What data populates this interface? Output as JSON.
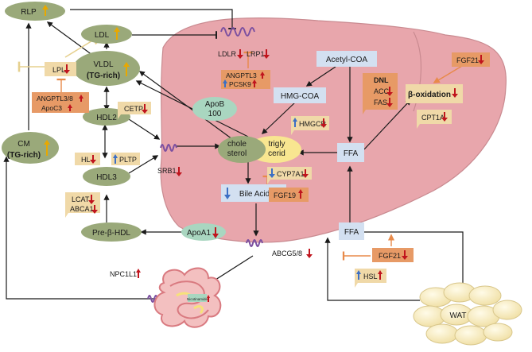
{
  "nodes": {
    "rlp": "RLP",
    "ldl": "LDL",
    "vldl_1": "VLDL",
    "vldl_2": "(TG-rich)",
    "hdl2": "HDL2",
    "hdl3": "HDL3",
    "cm_1": "CM",
    "cm_2": "(TG-rich)",
    "pre_b_hdl": "Pre-β-HDL",
    "apoa1": "ApoA1",
    "apob_1": "ApoB",
    "apob_2": "100",
    "chole_1": "chole",
    "chole_2": "sterol",
    "trigly_1": "trigly",
    "trigly_2": "cerid",
    "acetyl_coa": "Acetyl-COA",
    "hmg_coa": "HMG-COA",
    "ffa_liver": "FFA",
    "ffa_lower": "FFA",
    "bile_acid": "Bile Acid",
    "b_oxidation": "β-oxidation",
    "wat": "WAT"
  },
  "labels": {
    "ldlr": "LDLR",
    "lrp1": "LRP1",
    "angptl3": "ANGPTL3",
    "pcsk9": "PCSK9",
    "lpl": "LPL",
    "angptl38": "ANGPTL3/8",
    "apoc3": "ApoC3",
    "cetp": "CETP",
    "hl": "HL",
    "pltp": "PLTP",
    "srb1": "SRB1",
    "lcat": "LCAT",
    "abca1": "ABCA1",
    "hmgcr": "HMGCR",
    "cyp7a1": "CYP7A1",
    "fgf19": "FGF19",
    "abcg58": "ABCG5/8",
    "npc1l1": "NPC1L1",
    "dnl": "DNL",
    "acc": "ACC",
    "fas": "FAS",
    "fgf21_top": "FGF21",
    "cpt1a": "CPT1A",
    "fgf21_low": "FGF21",
    "hsl": "HSL",
    "gut_tag": "Nicotinamide"
  },
  "colors": {
    "liver": "#e8a6ac",
    "liver_stroke": "#c98a90",
    "olive": "#9aa97a",
    "mint": "#a9d6c0",
    "orange_box": "#e79a66",
    "tan_box": "#f0d9a8",
    "blue_box": "#d3e0f1",
    "up": "#e8a800",
    "down": "#c0141d",
    "up_blue": "#3c6fc4"
  }
}
